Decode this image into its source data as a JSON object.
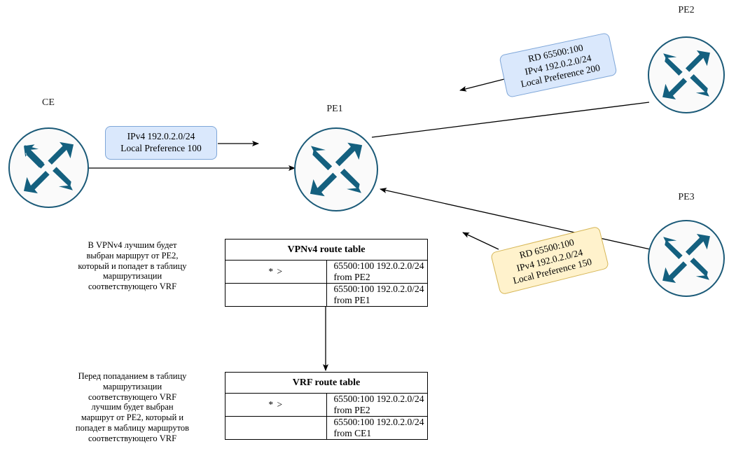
{
  "diagram": {
    "nodes": [
      {
        "id": "ce",
        "label": "CE"
      },
      {
        "id": "pe1",
        "label": "PE1"
      },
      {
        "id": "pe2",
        "label": "PE2"
      },
      {
        "id": "pe3",
        "label": "PE3"
      }
    ],
    "callouts": [
      {
        "id": "ce-advert",
        "color": "blue",
        "text": "IPv4 192.0.2.0/24\nLocal Preference 100"
      },
      {
        "id": "pe2-advert",
        "color": "blue",
        "text": "RD 65500:100\nIPv4 192.0.2.0/24\nLocal Preference 200"
      },
      {
        "id": "pe3-advert",
        "color": "yellow",
        "text": "RD 65500:100\nIPv4 192.0.2.0/24\nLocal Preference 150"
      }
    ],
    "notes": [
      {
        "id": "vpnv4-note",
        "text": "В VPNv4 лучшим будет\nвыбран маршрут от PE2,\nкоторый и попадет в таблицу\nмаршрутизации\nсоответствующего VRF"
      },
      {
        "id": "vrf-note",
        "text": "Перед попаданием в таблицу\nмаршрутизации\nсоответствующего VRF\nлучшим будет выбран\nмаршрут от PE2, который и\nпопадет в маблицу маршрутов\nсоответствующего VRF"
      }
    ],
    "tables": [
      {
        "id": "vpnv4-route-table",
        "title": "VPNv4 route table",
        "rows": [
          {
            "flag": "* >",
            "route": "65500:100 192.0.2.0/24 from  PE2"
          },
          {
            "flag": "",
            "route": "65500:100 192.0.2.0/24 from  PE1"
          }
        ]
      },
      {
        "id": "vrf-route-table",
        "title": "VRF route  table",
        "rows": [
          {
            "flag": "* >",
            "route": "65500:100 192.0.2.0/24 from  PE2"
          },
          {
            "flag": "",
            "route": "65500:100 192.0.2.0/24 from  CE1"
          }
        ]
      }
    ],
    "colors": {
      "router_stroke": "#1b5a78",
      "router_arrow": "#14607f",
      "callout_blue_fill": "#dae8fc",
      "callout_blue_border": "#7ea6d8",
      "callout_yellow_fill": "#fff2cc",
      "callout_yellow_border": "#d6b656",
      "link_stroke": "#000000"
    }
  }
}
